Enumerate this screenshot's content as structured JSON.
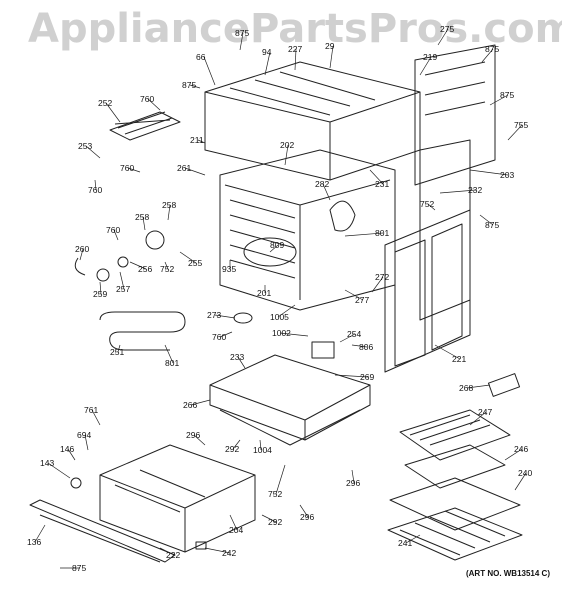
{
  "watermark": "AppliancePartsPros.com",
  "art_number": "(ART NO. WB13514 C)",
  "callouts": [
    {
      "id": "c66",
      "label": "66"
    },
    {
      "id": "c94",
      "label": "94"
    },
    {
      "id": "c227",
      "label": "227"
    },
    {
      "id": "c29",
      "label": "29"
    },
    {
      "id": "c219",
      "label": "219"
    },
    {
      "id": "c275",
      "label": "275"
    },
    {
      "id": "c875a",
      "label": "875"
    },
    {
      "id": "c875b",
      "label": "875"
    },
    {
      "id": "c875c",
      "label": "875"
    },
    {
      "id": "c875d",
      "label": "875"
    },
    {
      "id": "c875e",
      "label": "875"
    },
    {
      "id": "c755",
      "label": "755"
    },
    {
      "id": "c203",
      "label": "203"
    },
    {
      "id": "c232",
      "label": "232"
    },
    {
      "id": "c752a",
      "label": "752"
    },
    {
      "id": "c801a",
      "label": "801"
    },
    {
      "id": "c272",
      "label": "272"
    },
    {
      "id": "c277",
      "label": "277"
    },
    {
      "id": "c221",
      "label": "221"
    },
    {
      "id": "c252",
      "label": "252"
    },
    {
      "id": "c760a",
      "label": "760"
    },
    {
      "id": "c211",
      "label": "211"
    },
    {
      "id": "c253",
      "label": "253"
    },
    {
      "id": "c760b",
      "label": "760"
    },
    {
      "id": "c760c",
      "label": "760"
    },
    {
      "id": "c261",
      "label": "261"
    },
    {
      "id": "c202",
      "label": "202"
    },
    {
      "id": "c231",
      "label": "231"
    },
    {
      "id": "c282",
      "label": "282"
    },
    {
      "id": "c258a",
      "label": "258"
    },
    {
      "id": "c258b",
      "label": "258"
    },
    {
      "id": "c760d",
      "label": "760"
    },
    {
      "id": "c260",
      "label": "260"
    },
    {
      "id": "c256",
      "label": "256"
    },
    {
      "id": "c752b",
      "label": "752"
    },
    {
      "id": "c255",
      "label": "255"
    },
    {
      "id": "c809",
      "label": "809"
    },
    {
      "id": "c935",
      "label": "935"
    },
    {
      "id": "c259",
      "label": "259"
    },
    {
      "id": "c257",
      "label": "257"
    },
    {
      "id": "c201",
      "label": "201"
    },
    {
      "id": "c1005",
      "label": "1005"
    },
    {
      "id": "c273",
      "label": "273"
    },
    {
      "id": "c251",
      "label": "251"
    },
    {
      "id": "c760e",
      "label": "760"
    },
    {
      "id": "c801b",
      "label": "801"
    },
    {
      "id": "c1002",
      "label": "1002"
    },
    {
      "id": "c254",
      "label": "254"
    },
    {
      "id": "c806",
      "label": "806"
    },
    {
      "id": "c233",
      "label": "233"
    },
    {
      "id": "c269",
      "label": "269"
    },
    {
      "id": "c268",
      "label": "268"
    },
    {
      "id": "c761",
      "label": "761"
    },
    {
      "id": "c266",
      "label": "266"
    },
    {
      "id": "c247",
      "label": "247"
    },
    {
      "id": "c694",
      "label": "694"
    },
    {
      "id": "c296a",
      "label": "296"
    },
    {
      "id": "c292a",
      "label": "292"
    },
    {
      "id": "c1004",
      "label": "1004"
    },
    {
      "id": "c246",
      "label": "246"
    },
    {
      "id": "c146",
      "label": "146"
    },
    {
      "id": "c296b",
      "label": "296"
    },
    {
      "id": "c143",
      "label": "143"
    },
    {
      "id": "c752c",
      "label": "752"
    },
    {
      "id": "c240",
      "label": "240"
    },
    {
      "id": "c204",
      "label": "204"
    },
    {
      "id": "c292b",
      "label": "292"
    },
    {
      "id": "c296c",
      "label": "296"
    },
    {
      "id": "c136",
      "label": "136"
    },
    {
      "id": "c222",
      "label": "222"
    },
    {
      "id": "c242",
      "label": "242"
    },
    {
      "id": "c241",
      "label": "241"
    },
    {
      "id": "c875f",
      "label": "875"
    }
  ]
}
